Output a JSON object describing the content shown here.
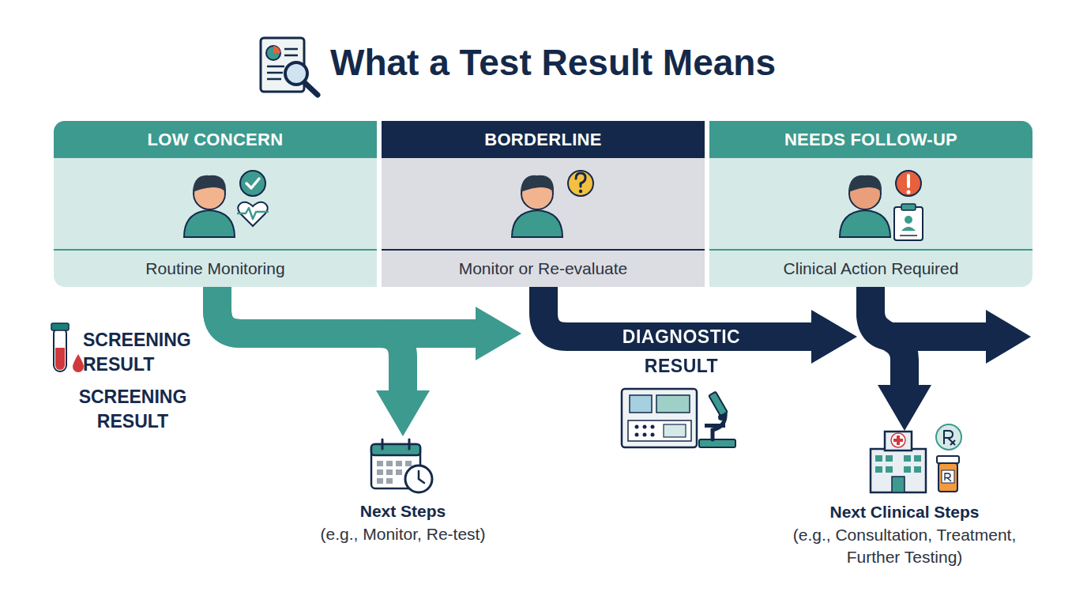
{
  "diagram": {
    "title": "What a Test Result Means",
    "nodes": [
      {
        "text": [
          "LOW CONCERN",
          "Routine Monitoring"
        ]
      },
      {
        "text": [
          "BORDERLINE",
          "Monitor or Re-evaluate"
        ]
      },
      {
        "text": [
          "NEEDS FOLLOW-UP",
          "Clinical Action Required"
        ]
      },
      {
        "text": [
          "Next Steps",
          "(e.g., Monitor, Re-test)"
        ]
      },
      {
        "text": [
          "Next Clinical Steps",
          "(e.g., Consultation, Treatment, Further Testing)"
        ]
      }
    ],
    "edges": [
      {
        "from": 0,
        "to": 1,
        "arrow": "to"
      },
      {
        "from": 0,
        "to": 3,
        "arrow": "to"
      },
      {
        "from": 1,
        "to": 2,
        "label": "DIAGNOSTIC RESULT",
        "arrow": "to"
      },
      {
        "from": 2,
        "to": 4,
        "arrow": "to"
      }
    ],
    "labels": [
      "SCREENING RESULT",
      "SCREENING RESULT"
    ]
  }
}
